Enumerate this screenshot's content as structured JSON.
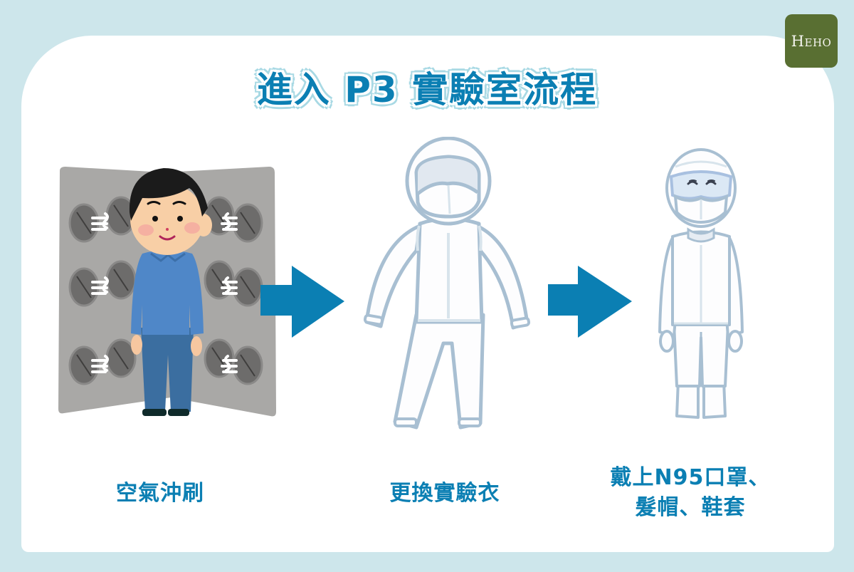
{
  "title": "進入 P3 實驗室流程",
  "logo": {
    "text_first": "H",
    "text_rest": "EHO",
    "bg_color": "#596f32"
  },
  "colors": {
    "background": "#cde6eb",
    "card": "#ffffff",
    "accent_blue": "#0b7fb3",
    "title_outline": "#a8d9e4",
    "suit_outline": "#a8bfd2"
  },
  "steps": [
    {
      "label": "空氣沖刷",
      "illustration": "air-shower-person"
    },
    {
      "label": "更換實驗衣",
      "illustration": "protective-suit"
    },
    {
      "label_line1": "戴上N95口罩、",
      "label_line2": "髮帽、鞋套",
      "illustration": "person-in-full-ppe"
    }
  ],
  "arrows": [
    {
      "icon": "arrow-right-icon",
      "from_step": 1,
      "to_step": 2
    },
    {
      "icon": "arrow-right-icon",
      "from_step": 2,
      "to_step": 3
    }
  ]
}
